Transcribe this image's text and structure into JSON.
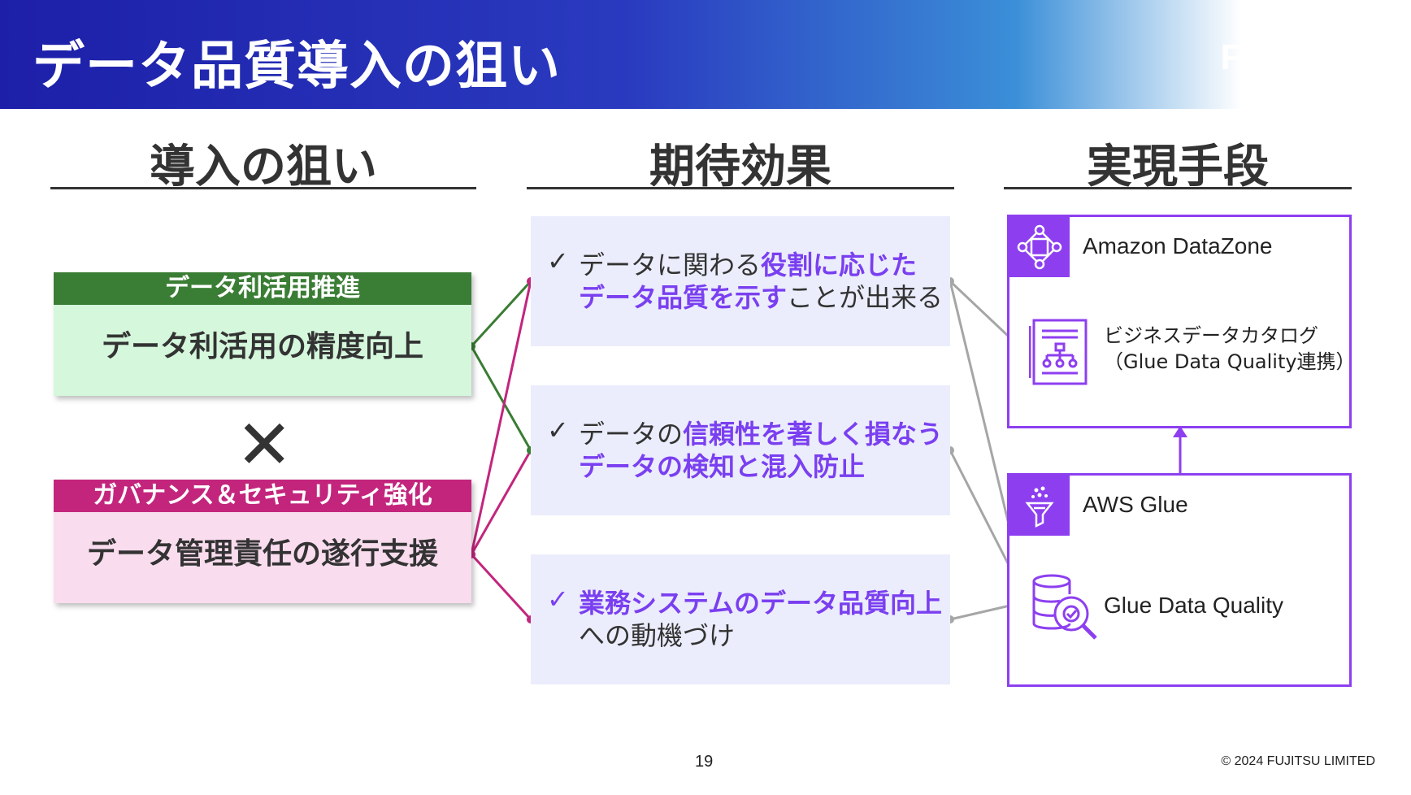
{
  "header": {
    "title": "データ品質導入の狙い",
    "logo": "FUJITSU"
  },
  "columns": {
    "goals": "導入の狙い",
    "effects": "期待効果",
    "means": "実現手段"
  },
  "goals": [
    {
      "tag": "データ利活用推進",
      "body": "データ利活用の精度向上",
      "color": "#3a7d34",
      "bg": "#d5f7dc"
    },
    {
      "tag": "ガバナンス＆セキュリティ強化",
      "body": "データ管理責任の遂行支援",
      "color": "#c3257d",
      "bg": "#f9dcee"
    }
  ],
  "cross": "✕",
  "effects": [
    {
      "check": "✓",
      "pre": "データに関わる",
      "hl1": "役割に応じた",
      "hl2": "データ品質を示す",
      "post": "ことが出来る"
    },
    {
      "check": "✓",
      "pre": "データの",
      "hl1": "信頼性を著しく損なう",
      "hl2": "データの検知と混入防止",
      "post": ""
    },
    {
      "check": "✓",
      "pre": "",
      "hl1": "業務システムのデータ品質向上",
      "hl2": "",
      "post": "への動機づけ"
    }
  ],
  "services": [
    {
      "name": "Amazon DataZone",
      "icon": "datazone-icon",
      "feature_line1": "ビジネスデータカタログ",
      "feature_line2": "（Glue Data Quality連携）",
      "feature_icon": "catalog-icon"
    },
    {
      "name": "AWS Glue",
      "icon": "glue-icon",
      "feature_line1": "Glue Data Quality",
      "feature_icon": "data-quality-icon"
    }
  ],
  "colors": {
    "accent": "#8d3ff0",
    "highlight": "#7a3ff0",
    "green": "#3a7d34",
    "magenta": "#c3257d",
    "gray": "#a6a6a6"
  },
  "footer": {
    "page": "19",
    "copyright": "© 2024 FUJITSU LIMITED"
  }
}
